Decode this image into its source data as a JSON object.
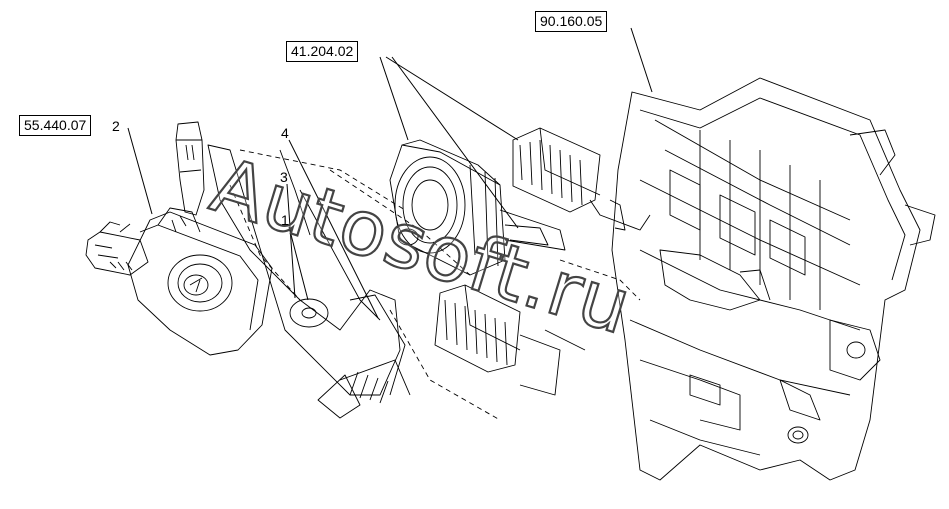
{
  "callouts": {
    "ref_9016005": "90.160.05",
    "ref_4120402": "41.204.02",
    "ref_5544007": "55.440.07"
  },
  "item_numbers": {
    "n1": "1",
    "n2": "2",
    "n3": "3",
    "n4": "4"
  },
  "watermark": "Autosoft.ru"
}
